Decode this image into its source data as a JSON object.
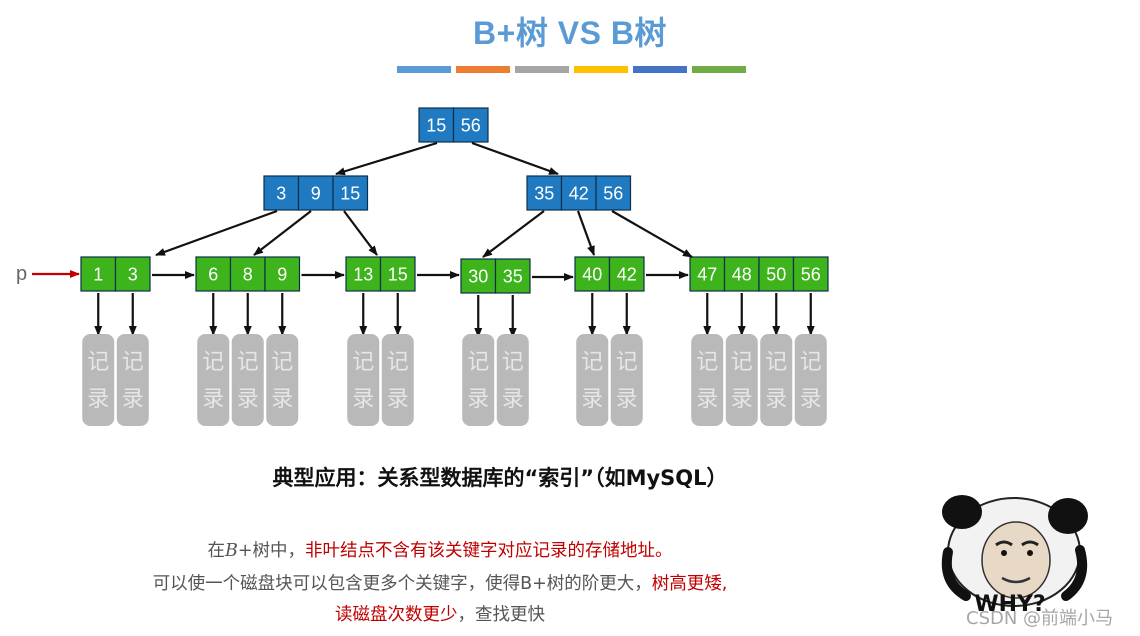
{
  "title": "B+树 VS B树",
  "color_bar": [
    "#5b9bd5",
    "#ed7d31",
    "#a5a5a5",
    "#ffc000",
    "#4472c4",
    "#70ad47"
  ],
  "diagram": {
    "pointer_label": "p",
    "record_label": [
      "记",
      "录"
    ],
    "colors": {
      "internal": "#1f7ac2",
      "leaf": "#3db31c",
      "record": "#b9b9b9",
      "pointer": "#c00000"
    },
    "root": [
      "15",
      "56"
    ],
    "internal": [
      [
        "3",
        "9",
        "15"
      ],
      [
        "35",
        "42",
        "56"
      ]
    ],
    "leaves": [
      [
        "1",
        "3"
      ],
      [
        "6",
        "8",
        "9"
      ],
      [
        "13",
        "15"
      ],
      [
        "30",
        "35"
      ],
      [
        "40",
        "42"
      ],
      [
        "47",
        "48",
        "50",
        "56"
      ]
    ]
  },
  "application": "典型应用：关系型数据库的“索引”（如MySQL）",
  "description": {
    "line1_prefix": "在",
    "line1_var": "B+",
    "line1_mid": "树中，",
    "line1_red": "非叶结点不含有该关键字对应记录的存储地址。",
    "line2_normal": "可以使一个磁盘块可以包含更多个关键字，使得B+树的阶更大，",
    "line2_red": "树高更矮,",
    "line3_red": "读磁盘次数更少",
    "line3_normal": "，查找更快"
  },
  "meme_text": "WHY?",
  "watermark": "CSDN @前端小马"
}
